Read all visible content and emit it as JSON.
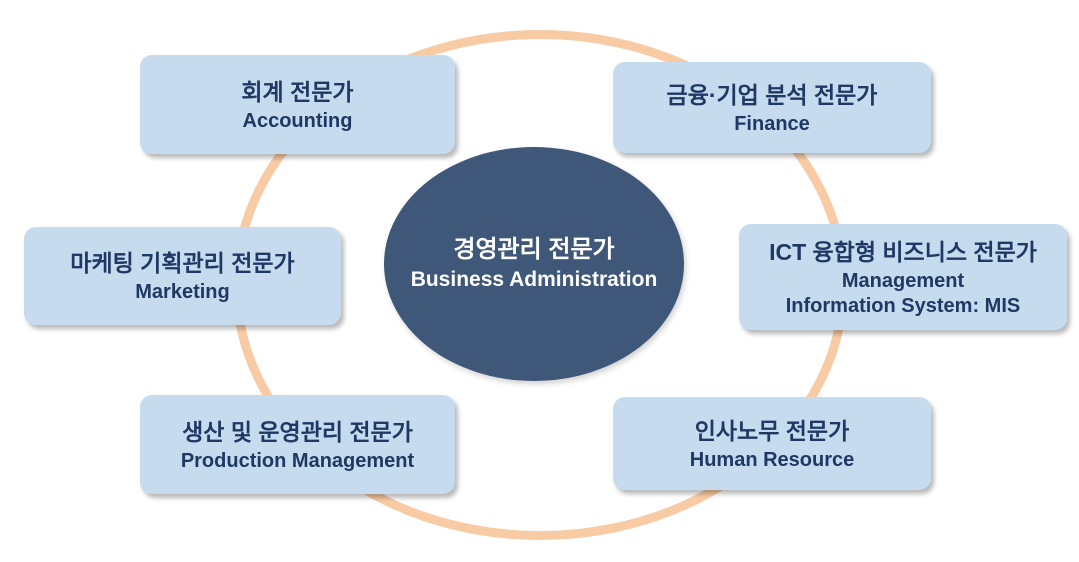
{
  "colors": {
    "ring": "#F8CBA4",
    "box_bg": "#C6DBEE",
    "box_text": "#1F3864",
    "center_bg": "#3F5778",
    "center_text": "#FFFFFF",
    "page_bg": "#FFFFFF"
  },
  "center": {
    "title_ko": "경영관리 전문가",
    "title_en": "Business Administration"
  },
  "boxes": [
    {
      "id": "accounting",
      "ko": "회계 전문가",
      "en": "Accounting"
    },
    {
      "id": "finance",
      "ko": "금융·기업 분석 전문가",
      "en": "Finance"
    },
    {
      "id": "marketing",
      "ko": "마케팅 기획관리 전문가",
      "en": "Marketing"
    },
    {
      "id": "mis",
      "ko": "ICT 융합형 비즈니스 전문가",
      "en": "Management",
      "en2": "Information System: MIS"
    },
    {
      "id": "production",
      "ko": "생산 및 운영관리 전문가",
      "en": "Production Management"
    },
    {
      "id": "hr",
      "ko": "인사노무 전문가",
      "en": "Human Resource"
    }
  ]
}
